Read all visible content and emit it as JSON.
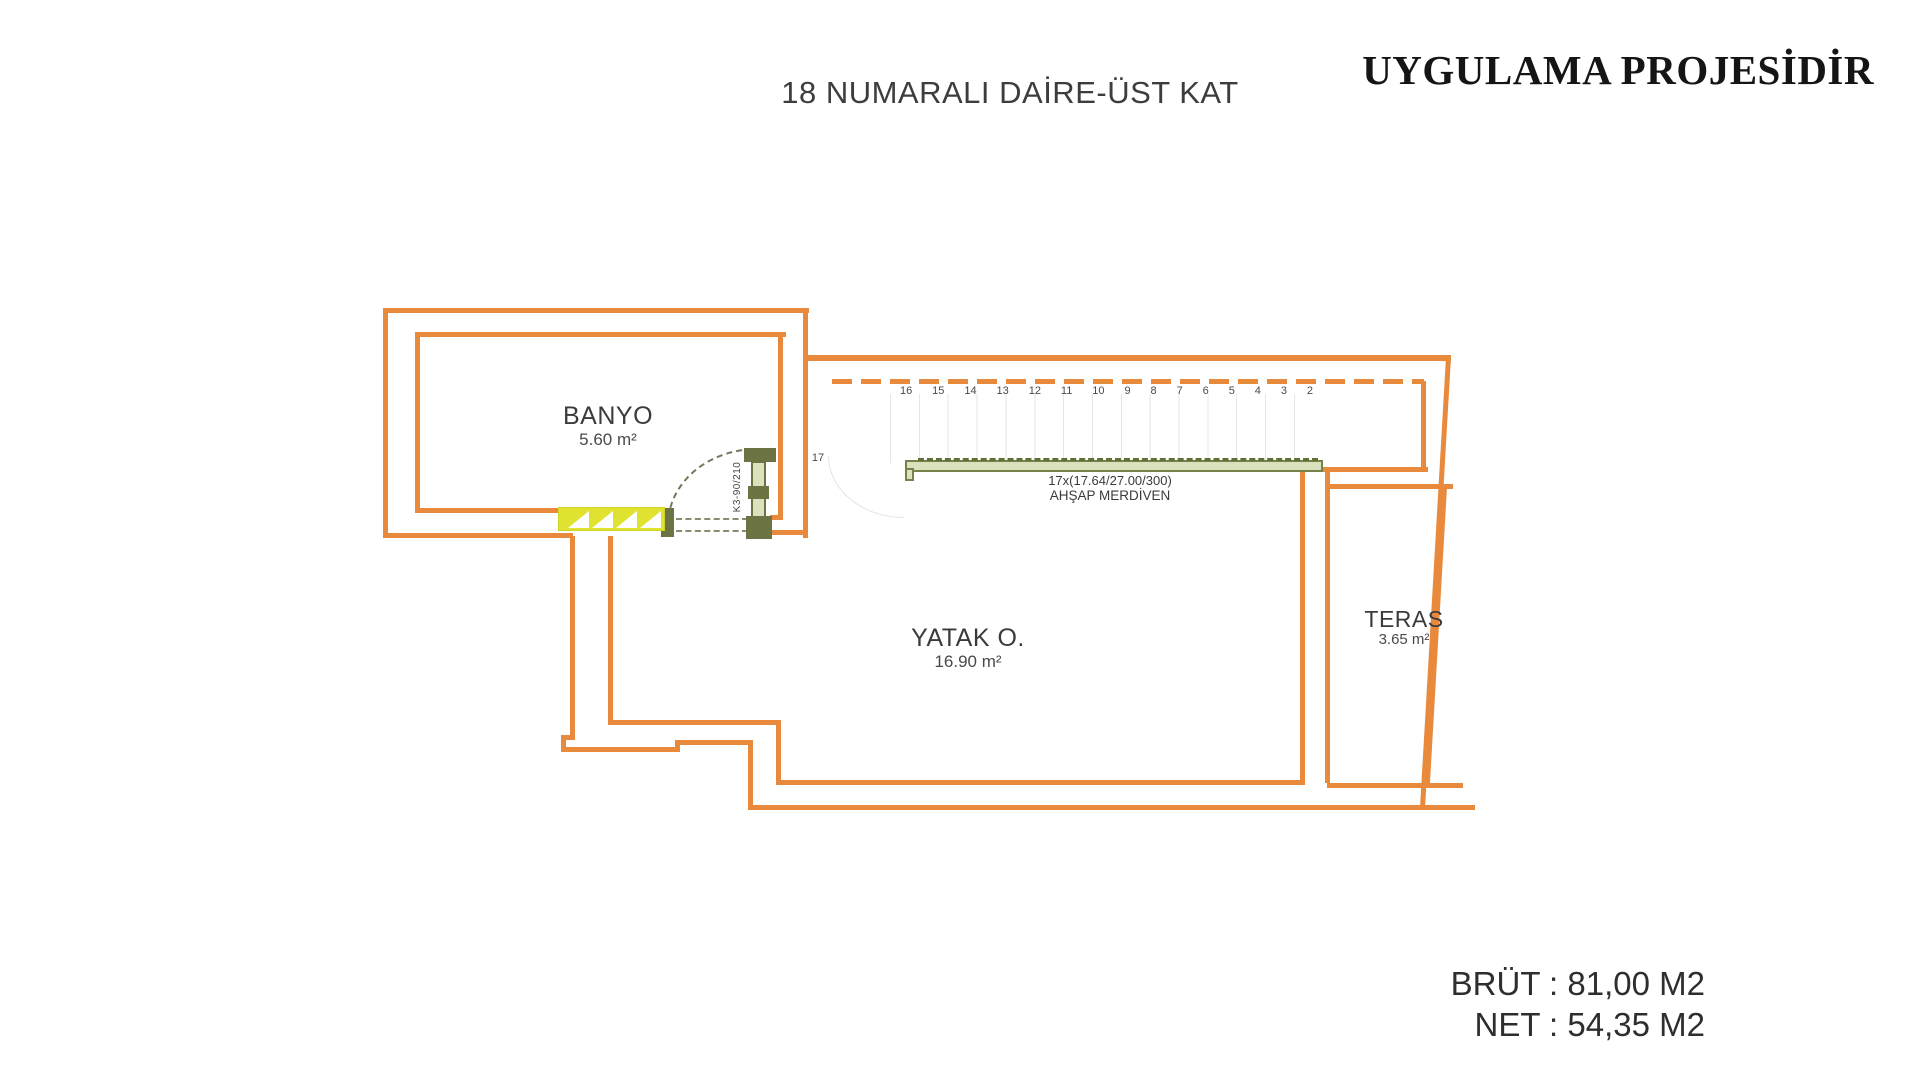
{
  "header": {
    "plan_title": "18 NUMARALI DAİRE-ÜST KAT",
    "stamp": "UYGULAMA PROJESİDİR"
  },
  "rooms": {
    "banyo": {
      "name": "BANYO",
      "area": "5.60 m²"
    },
    "yatak": {
      "name": "YATAK O.",
      "area": "16.90 m²"
    },
    "teras": {
      "name": "TERAS",
      "area": "3.65 m²"
    }
  },
  "stairs": {
    "spec": "17x(17.64/27.00/300)",
    "type_label": "AHŞAP MERDİVEN",
    "tread_numbers": [
      "16",
      "15",
      "14",
      "13",
      "12",
      "11",
      "10",
      "9",
      "8",
      "7",
      "6",
      "5",
      "4",
      "3",
      "2"
    ],
    "top_tread": "17"
  },
  "door": {
    "label": "K3-90/210"
  },
  "totals": {
    "brut": "BRÜT : 81,00 M2",
    "net": "NET : 54,35 M2"
  },
  "colors": {
    "wall": "#E8893C",
    "duct": "#DFE22E",
    "joinery_dark": "#6B7442",
    "joinery_light": "#D9E1BD",
    "label_text": "#3B3B3B"
  }
}
